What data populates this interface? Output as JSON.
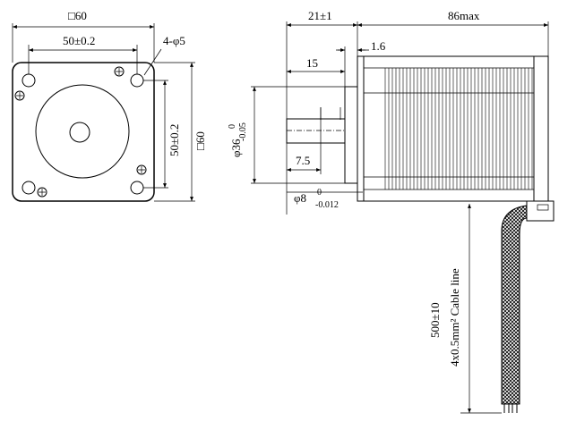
{
  "front_view": {
    "overall_square": "□60",
    "hole_spacing_h": "50±0.2",
    "hole_spacing_v": "50±0.2",
    "hole_callout": "4-φ5",
    "height_square": "□60"
  },
  "side_view": {
    "flange_length": "21±1",
    "total_length": "86max",
    "shoulder": "1.6",
    "shaft_length": "15",
    "flat_length": "7.5",
    "boss_dia": "φ36",
    "boss_tol_upper": "0",
    "boss_tol_lower": "-0.05",
    "shaft_dia": "φ8",
    "shaft_tol_upper": "0",
    "shaft_tol_lower": "-0.012"
  },
  "cable": {
    "length": "500±10",
    "spec": "4x0.5mm² Cable line"
  }
}
